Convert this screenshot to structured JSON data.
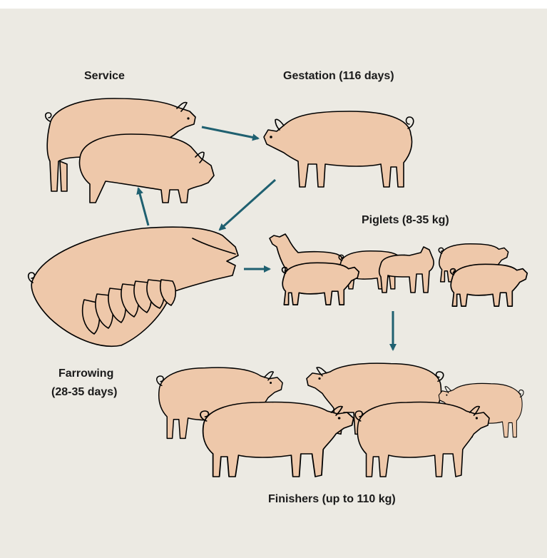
{
  "colors": {
    "background": "#eceae3",
    "pig_fill": "#eec8aa",
    "outline": "#000000",
    "arrow": "#1f6070"
  },
  "stages": {
    "service": "Service",
    "gestation": "Gestation (116 days)",
    "piglets": "Piglets (8-35 kg)",
    "farrowing_line1": "Farrowing",
    "farrowing_line2": "(28-35 days)",
    "finishers": "Finishers (up to 110 kg)"
  },
  "flow": [
    "service -> gestation",
    "gestation -> farrowing",
    "farrowing -> service",
    "farrowing -> piglets",
    "piglets -> finishers"
  ]
}
